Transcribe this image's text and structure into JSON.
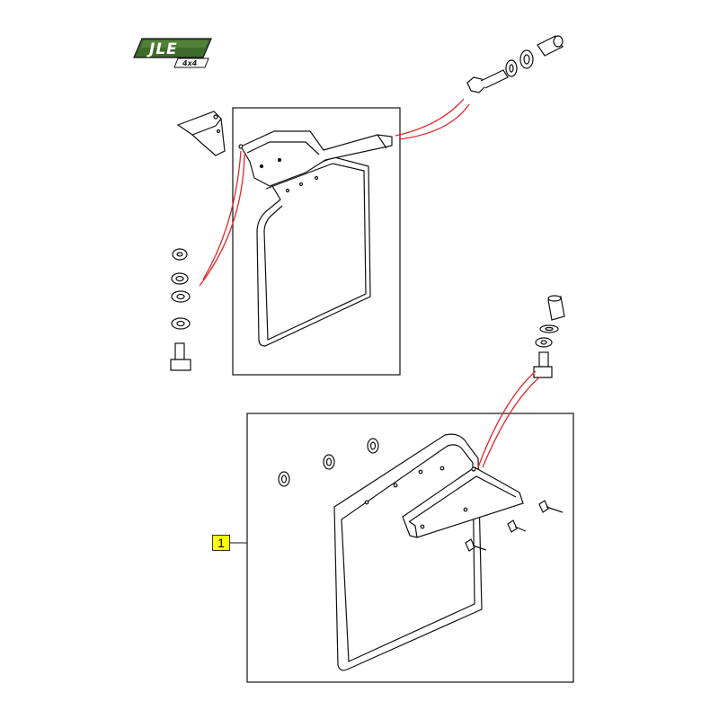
{
  "logo": {
    "brand": "JLE",
    "badge": "4x4",
    "colors": {
      "panel": "#3d6b2a",
      "panel_dark": "#1f3d14",
      "outline": "#111111"
    }
  },
  "callouts": [
    {
      "label": "1"
    }
  ],
  "colors": {
    "leader_line": "#e0262b",
    "callout_fill": "#ffff00",
    "line_art": "#111111"
  }
}
